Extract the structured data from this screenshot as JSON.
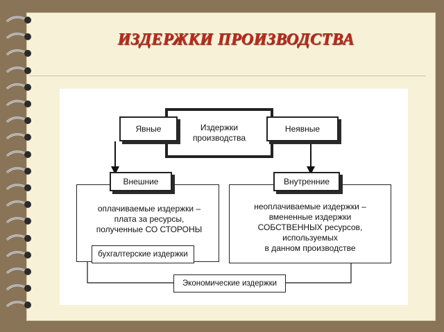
{
  "slide": {
    "title": "ИЗДЕРЖКИ ПРОИЗВОДСТВА"
  },
  "diagram": {
    "center": "Издержки\nпроизводства",
    "explicit": "Явные",
    "implicit": "Неявные",
    "external": "Внешние",
    "internal": "Внутренние",
    "external_desc": "оплачиваемые издержки –\nплата за ресурсы,\nполученные СО СТОРОНЫ",
    "internal_desc": "неоплачиваемые издержки –\nвмененные издержки\nСОБСТВЕННЫХ ресурсов,\nиспользуемых\nв данном производстве",
    "accounting": "бухгалтерские издержки",
    "economic": "Экономические издержки"
  }
}
